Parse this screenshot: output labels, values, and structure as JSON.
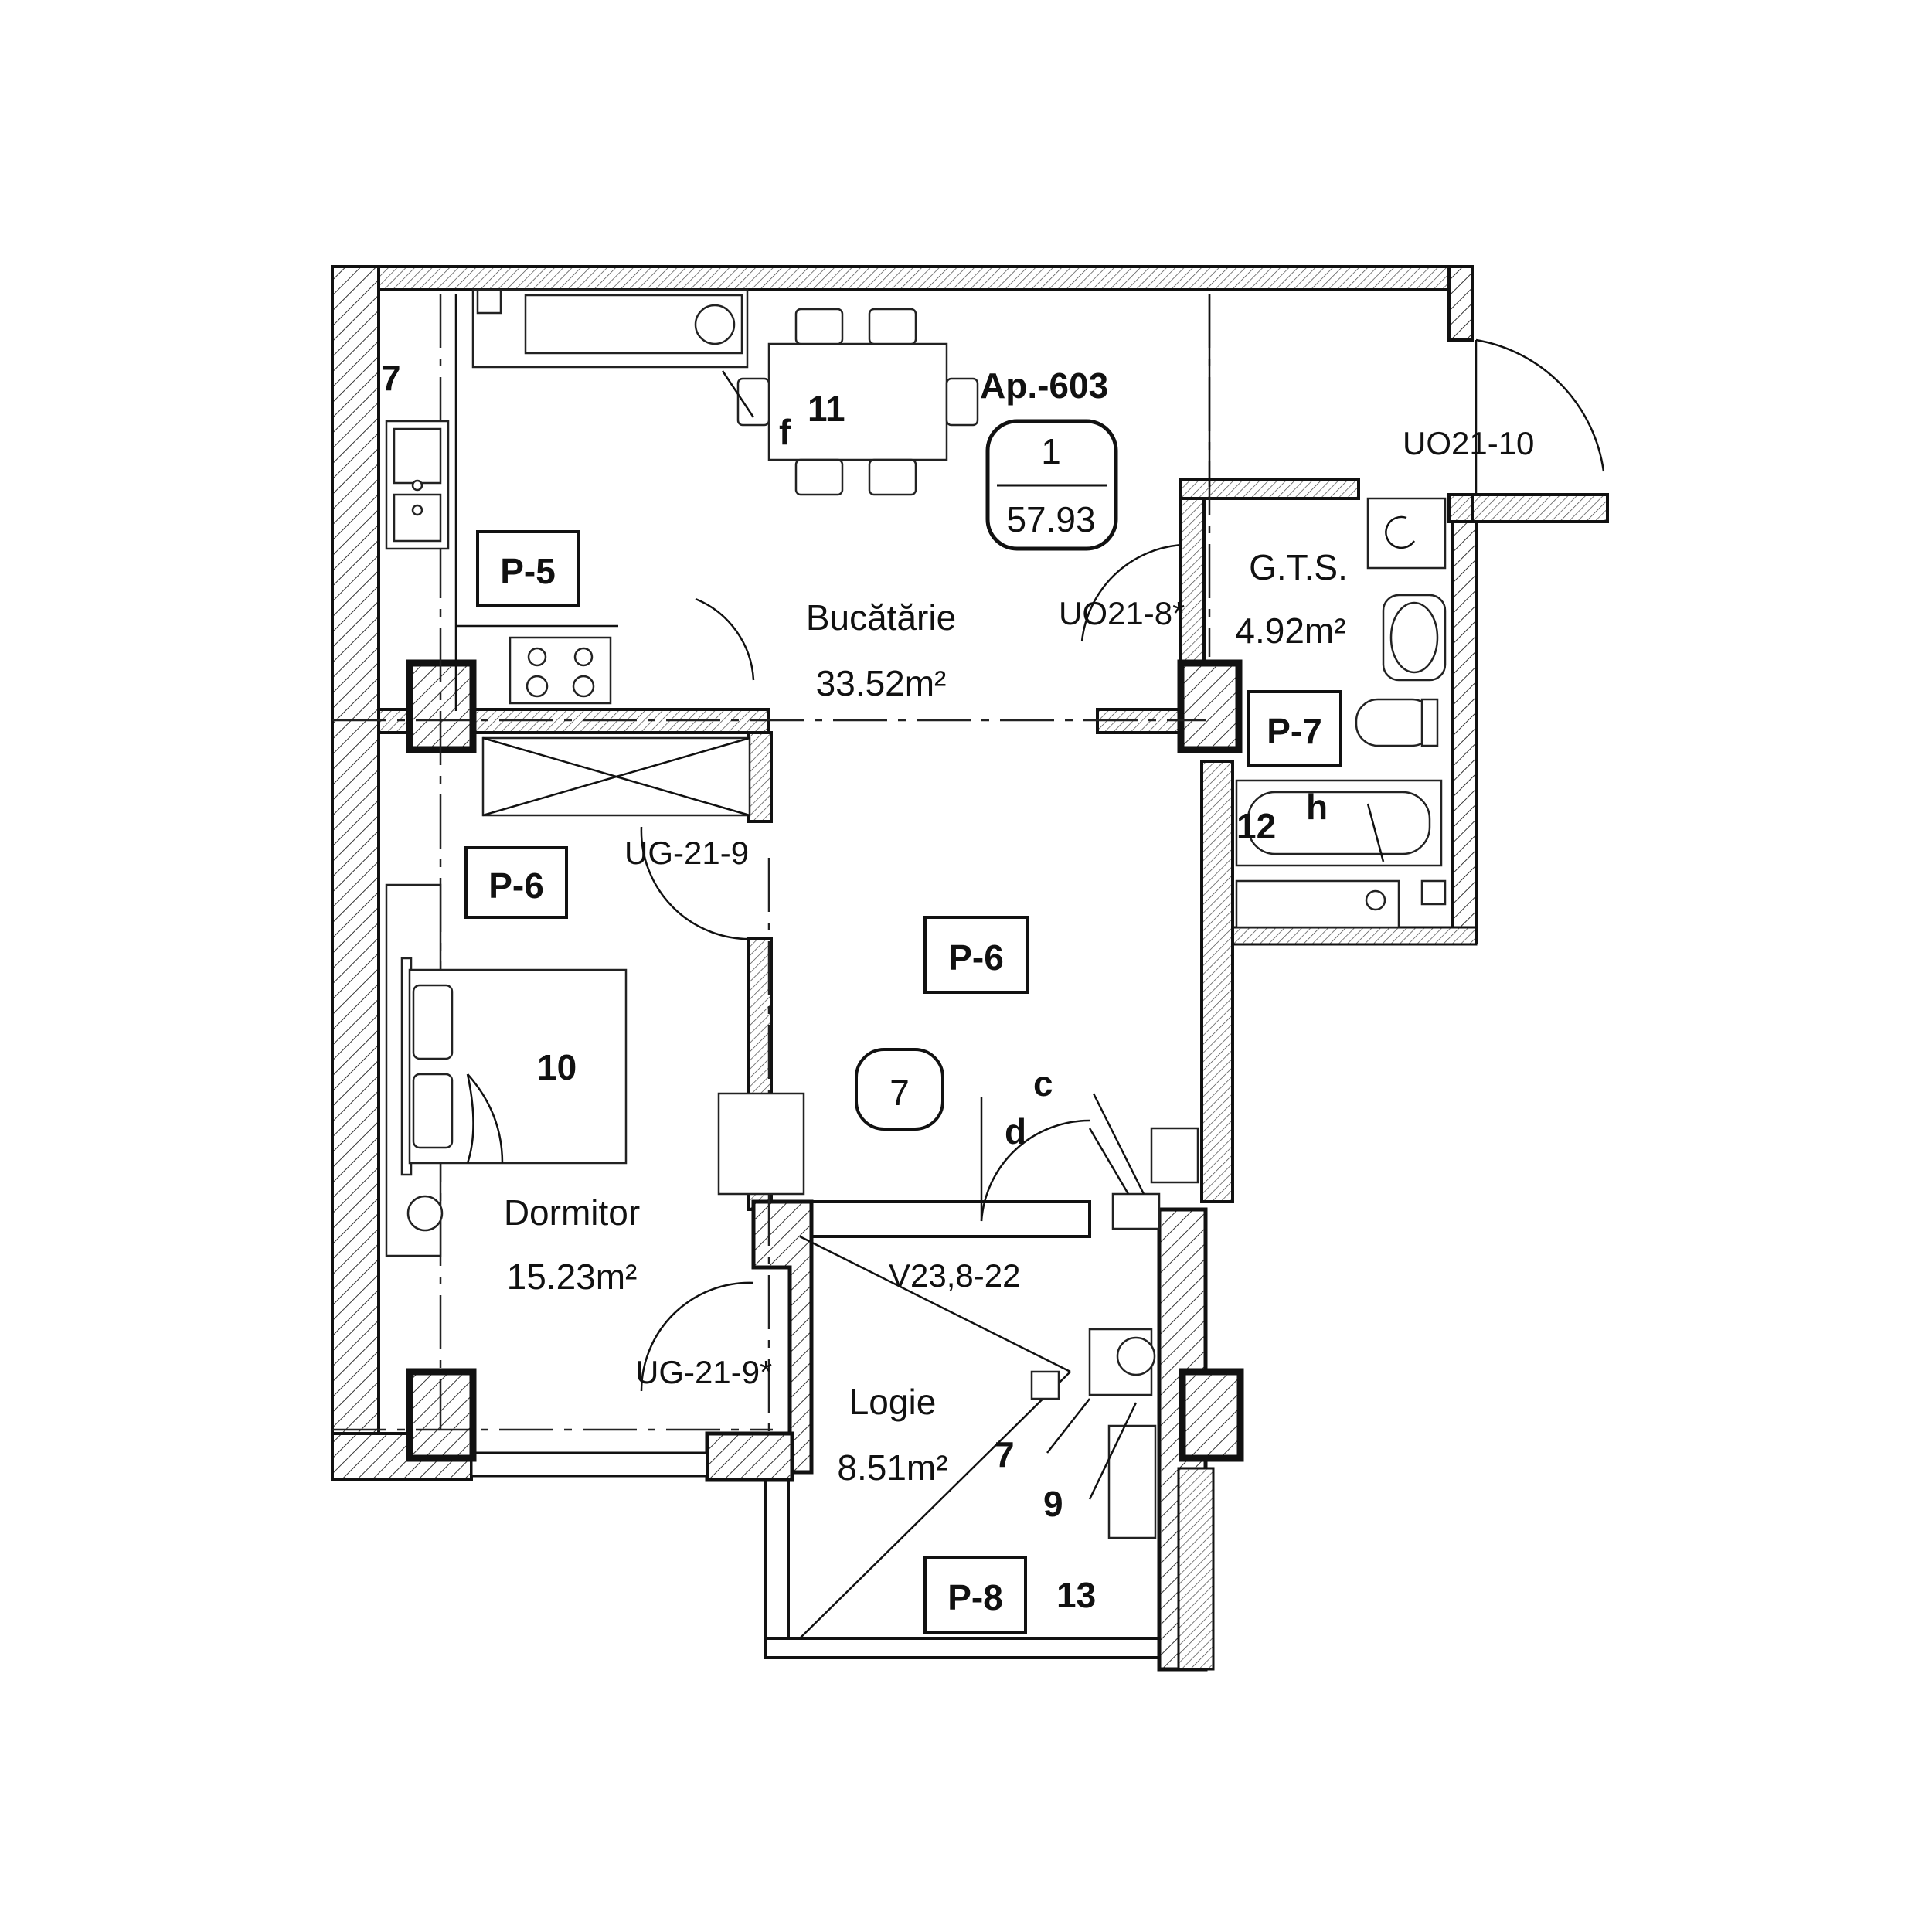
{
  "apartment": {
    "title": "Ap.-603",
    "rooms_count": "1",
    "total_area": "57.93"
  },
  "rooms": {
    "kitchen": {
      "name": "Bucătărie",
      "area": "33.52m²"
    },
    "bedroom": {
      "name": "Dormitor",
      "area": "15.23m²"
    },
    "bathroom": {
      "name": "G.T.S.",
      "area": "4.92m²"
    },
    "loggia": {
      "name": "Logie",
      "area": "8.51m²"
    }
  },
  "tags": {
    "p5": "P-5",
    "p6_bedroom": "P-6",
    "p6_hall": "P-6",
    "p7": "P-7",
    "p8": "P-8"
  },
  "doors": {
    "uo21_10": "UO21-10",
    "uo21_8": "UO21-8*",
    "ug21_9": "UG-21-9",
    "ug21_9b": "UG-21-9*",
    "window": "V23,8-22"
  },
  "markers": {
    "m7_left": "7",
    "m11": "11",
    "mf": "f",
    "m10": "10",
    "m12": "12",
    "mh": "h",
    "m7_circle": "7",
    "mc": "c",
    "md": "d",
    "m7_loggia": "7",
    "m9": "9",
    "m13": "13"
  }
}
